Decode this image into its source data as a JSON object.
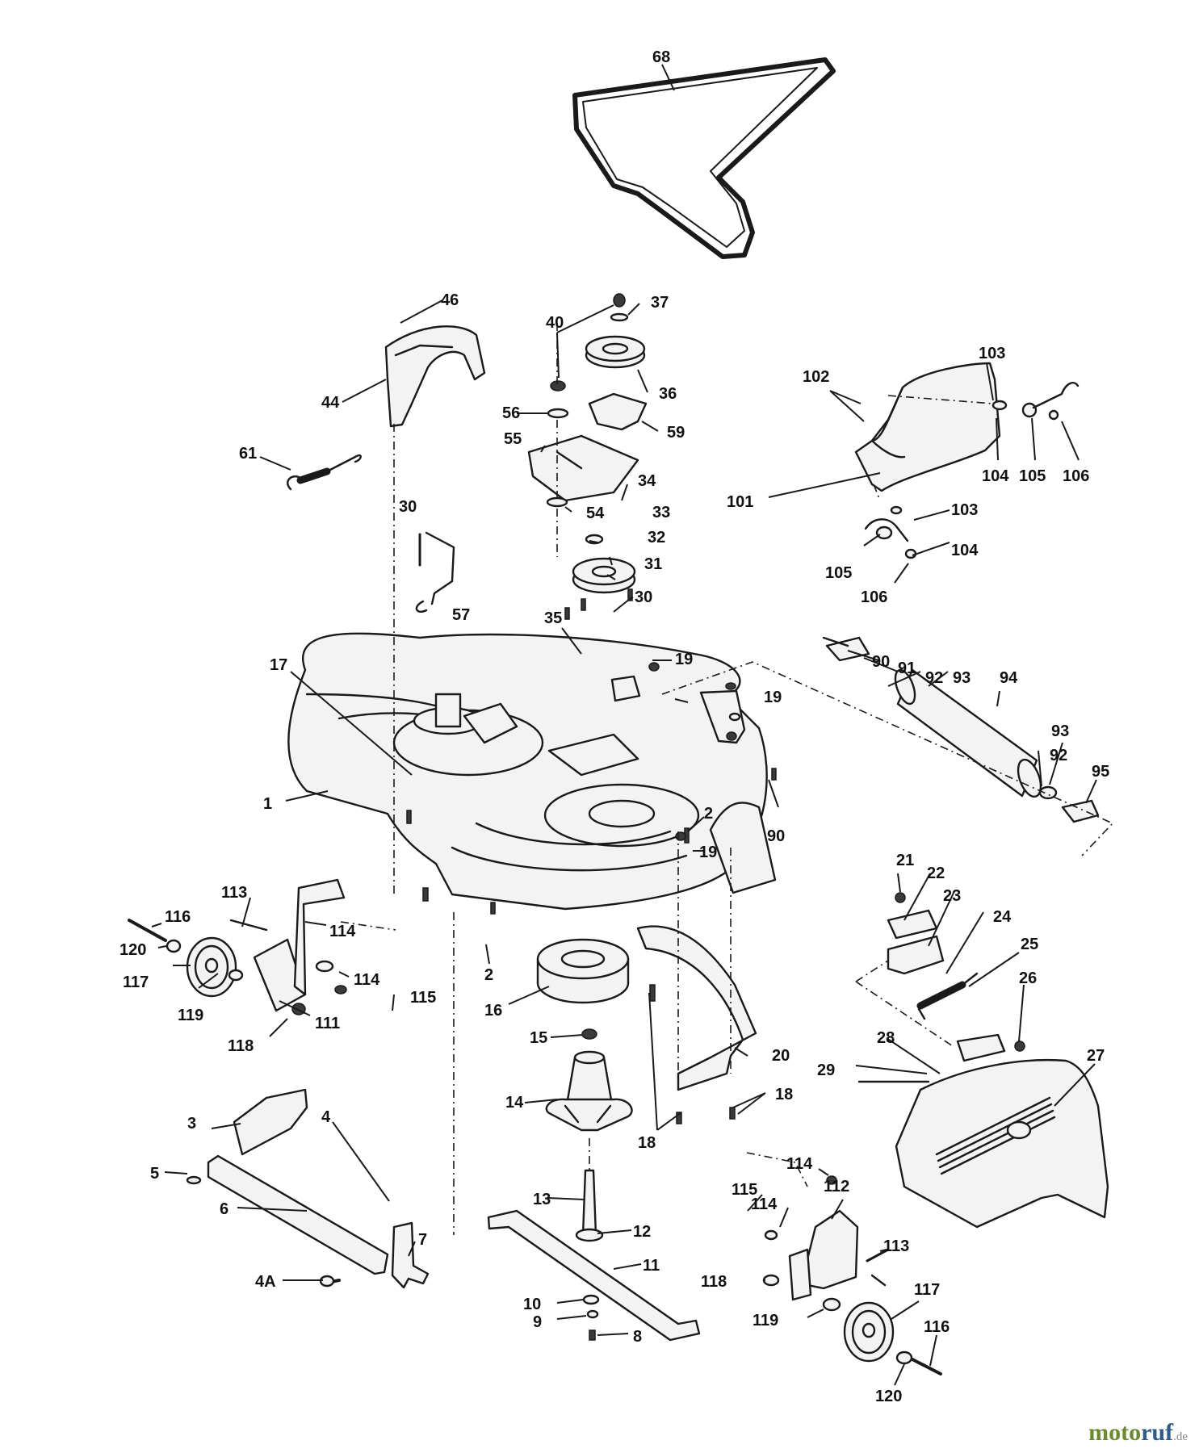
{
  "callouts": [
    "68",
    "46",
    "40",
    "37",
    "36",
    "44",
    "56",
    "59",
    "55",
    "34",
    "61",
    "54",
    "33",
    "32",
    "31",
    "30",
    "30",
    "57",
    "35",
    "19",
    "19",
    "17",
    "1",
    "2",
    "19",
    "90",
    "102",
    "103",
    "101",
    "104",
    "105",
    "106",
    "103",
    "105",
    "104",
    "106",
    "90",
    "91",
    "92",
    "93",
    "94",
    "93",
    "92",
    "95",
    "113",
    "114",
    "116",
    "120",
    "117",
    "119",
    "111",
    "114",
    "115",
    "118",
    "2",
    "16",
    "15",
    "14",
    "20",
    "18",
    "18",
    "21",
    "22",
    "23",
    "24",
    "25",
    "26",
    "28",
    "29",
    "27",
    "3",
    "4",
    "5",
    "6",
    "7",
    "4A",
    "13",
    "12",
    "11",
    "10",
    "9",
    "8",
    "114",
    "115",
    "114",
    "112",
    "113",
    "118",
    "117",
    "119",
    "116",
    "120"
  ],
  "watermark": {
    "brand_main": "moto",
    "brand_accent": "ruf",
    "tld": ".de"
  }
}
